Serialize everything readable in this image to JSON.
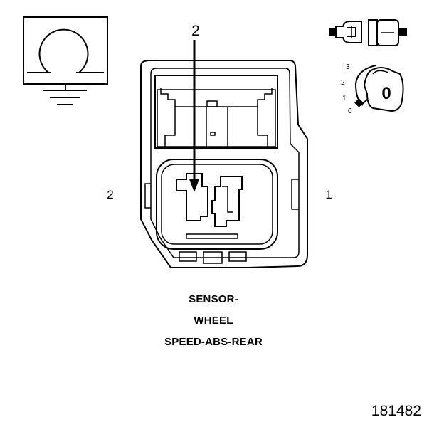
{
  "diagram": {
    "pin_label_top": "2",
    "pin_label_left": "2",
    "pin_label_right": "1",
    "ground_symbol_icon": "omega-ground-symbol-icon",
    "connector_key_icon": "connector-key-icon",
    "lock_dial": {
      "positions": [
        "3",
        "2",
        "1",
        "0"
      ],
      "key_letter": "0"
    }
  },
  "caption": {
    "line1": "SENSOR-",
    "line2": "WHEEL",
    "line3": "SPEED-ABS-REAR"
  },
  "document_number": "181482",
  "colors": {
    "line": "#000000",
    "background": "#ffffff"
  }
}
